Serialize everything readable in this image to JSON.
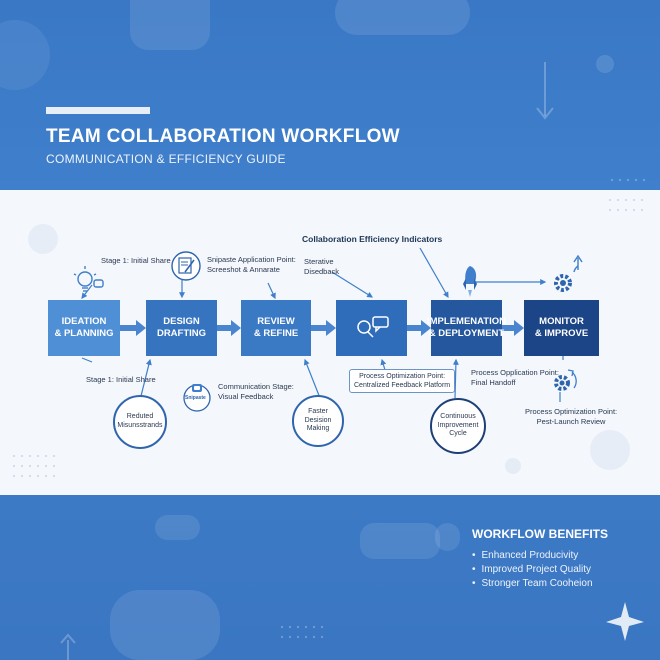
{
  "header": {
    "title": "TEAM COLLABORATION WORKFLOW",
    "subtitle": "COMMUNICATION & EFFICIENCY GUIDE"
  },
  "diagram": {
    "indicators_title": "Collaboration Efficiency Indicators",
    "stages": [
      {
        "line1": "IDEATION",
        "line2": "& PLANNING",
        "color": "#4f8fd6"
      },
      {
        "line1": "DESIGN",
        "line2": "DRAFTING",
        "color": "#3774c0"
      },
      {
        "line1": "REVIEW",
        "line2": "& REFINE",
        "color": "#3a79c4"
      },
      {
        "line1": "",
        "line2": "",
        "color": "#2f6cb9"
      },
      {
        "line1": "IMPLEMENATION",
        "line2": "& DEPLOYMENT",
        "color": "#24579e"
      },
      {
        "line1": "MONITOR",
        "line2": "& IMPROVE",
        "color": "#1c4587"
      }
    ],
    "labels": {
      "stage1_top": "Stage 1: Initial Share",
      "snipaste_point_line1": "Snipaste Application Point:",
      "snipaste_point_line2": "Screeshot & Annarate",
      "iterative_line1": "Sterative",
      "iterative_line2": "Disedback",
      "stage1_bottom": "Stage 1: Initial Share",
      "comm_stage_line1": "Communication Stage:",
      "comm_stage_line2": "Visual Feedback",
      "snipaste_badge": "Snipaste",
      "process_opt_box_line1": "Process Optimization Point:",
      "process_opt_box_line2": "Centralized Feedback Platform",
      "process_opt_handoff_line1": "Process Opplication Point:",
      "process_opt_handoff_line2": "Final Handoff",
      "process_opt_review_line1": "Process Optimization Point:",
      "process_opt_review_line2": "Pest-Launch Review"
    },
    "circles": {
      "reduced_line1": "Reduted",
      "reduced_line2": "Misunsstrands",
      "faster_line1": "Faster",
      "faster_line2": "Desision",
      "faster_line3": "Making",
      "continuous_line1": "Continuous",
      "continuous_line2": "Improvement",
      "continuous_line3": "Cycle"
    }
  },
  "benefits": {
    "title": "WORKFLOW BENEFITS",
    "items": [
      "Enhanced Producivity",
      "Improved Project Quality",
      "Stronger Team Cooheion"
    ]
  },
  "colors": {
    "header_bg": "#3a78c6",
    "panel_bg": "#f4f7fb",
    "arrow": "#3f7fcb",
    "text_dark": "#1d3558"
  },
  "icons": [
    "lightbulb-icon",
    "document-edit-icon",
    "chat-search-icon",
    "rocket-icon",
    "gear-icon",
    "gear-refresh-icon",
    "snipaste-icon"
  ]
}
